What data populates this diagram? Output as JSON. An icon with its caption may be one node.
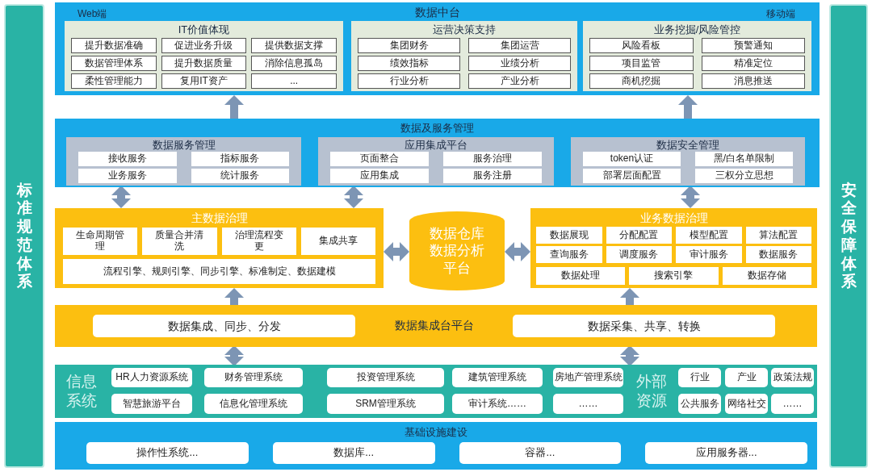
{
  "diagram": {
    "nodes": [
      {
        "text": [
          "标准规范体系"
        ]
      },
      {
        "text": [
          "Web端",
          "数据中台",
          "移动端"
        ]
      },
      {
        "text": [
          "IT价值体现"
        ],
        "in": 1
      },
      {
        "text": [
          "提升数据准确"
        ],
        "in": 2
      },
      {
        "text": [
          "促进业务升级"
        ],
        "in": 2
      },
      {
        "text": [
          "提供数据支撑"
        ],
        "in": 2
      },
      {
        "text": [
          "数据管理体系"
        ],
        "in": 2
      },
      {
        "text": [
          "提升数据质量"
        ],
        "in": 2
      },
      {
        "text": [
          "消除信息孤岛"
        ],
        "in": 2
      },
      {
        "text": [
          "柔性管理能力"
        ],
        "in": 2
      },
      {
        "text": [
          "复用IT资产"
        ],
        "in": 2
      },
      {
        "text": [
          "..."
        ],
        "in": 2
      },
      {
        "text": [
          "运营决策支持"
        ],
        "in": 1
      },
      {
        "text": [
          "集团财务"
        ],
        "in": 12
      },
      {
        "text": [
          "集团运营"
        ],
        "in": 12
      },
      {
        "text": [
          "绩效指标"
        ],
        "in": 12
      },
      {
        "text": [
          "业绩分析"
        ],
        "in": 12
      },
      {
        "text": [
          "行业分析"
        ],
        "in": 12
      },
      {
        "text": [
          "产业分析"
        ],
        "in": 12
      },
      {
        "text": [
          "业务挖掘/风险管控"
        ],
        "in": 1
      },
      {
        "text": [
          "风险看板"
        ],
        "in": 19
      },
      {
        "text": [
          "预警通知"
        ],
        "in": 19
      },
      {
        "text": [
          "项目监管"
        ],
        "in": 19
      },
      {
        "text": [
          "精准定位"
        ],
        "in": 19
      },
      {
        "text": [
          "商机挖掘"
        ],
        "in": 19
      },
      {
        "text": [
          "消息推送"
        ],
        "in": 19
      },
      {
        "text": [
          "数据及服务管理"
        ]
      },
      {
        "text": [
          "数据服务管理"
        ],
        "in": 26
      },
      {
        "text": [
          "接收服务"
        ],
        "in": 27
      },
      {
        "text": [
          "指标服务"
        ],
        "in": 27
      },
      {
        "text": [
          "业务服务"
        ],
        "in": 27
      },
      {
        "text": [
          "统计服务"
        ],
        "in": 27
      },
      {
        "text": [
          "应用集成平台"
        ],
        "in": 26
      },
      {
        "text": [
          "页面整合"
        ],
        "in": 32
      },
      {
        "text": [
          "服务治理"
        ],
        "in": 32
      },
      {
        "text": [
          "应用集成"
        ],
        "in": 32
      },
      {
        "text": [
          "服务注册"
        ],
        "in": 32
      },
      {
        "text": [
          "数据安全管理"
        ],
        "in": 26
      },
      {
        "text": [
          "token认证"
        ],
        "in": 37
      },
      {
        "text": [
          "黑/白名单限制"
        ],
        "in": 37
      },
      {
        "text": [
          "部署层面配置"
        ],
        "in": 37
      },
      {
        "text": [
          "三权分立思想"
        ],
        "in": 37
      },
      {
        "text": [
          "主数据治理"
        ]
      },
      {
        "text": [
          "生命周期管理"
        ],
        "in": 42
      },
      {
        "text": [
          "质量合并清洗"
        ],
        "in": 42
      },
      {
        "text": [
          "治理流程变更"
        ],
        "in": 42
      },
      {
        "text": [
          "集成共享"
        ],
        "in": 42
      },
      {
        "text": [
          "流程引擎、规则引擎、同步引擎、标准制定、数据建模"
        ],
        "in": 42
      },
      {
        "text": [
          "数据仓库数据分析平台"
        ]
      },
      {
        "text": [
          "业务数据治理"
        ]
      },
      {
        "text": [
          "数据展现"
        ],
        "in": 49
      },
      {
        "text": [
          "分配配置"
        ],
        "in": 49
      },
      {
        "text": [
          "模型配置"
        ],
        "in": 49
      },
      {
        "text": [
          "算法配置"
        ],
        "in": 49
      },
      {
        "text": [
          "查询服务"
        ],
        "in": 49
      },
      {
        "text": [
          "调度服务"
        ],
        "in": 49
      },
      {
        "text": [
          "审计服务"
        ],
        "in": 49
      },
      {
        "text": [
          "数据服务"
        ],
        "in": 49
      },
      {
        "text": [
          "数据处理"
        ],
        "in": 49
      },
      {
        "text": [
          "搜索引擎"
        ],
        "in": 49
      },
      {
        "text": [
          "数据存储"
        ],
        "in": 49
      },
      {
        "text": [
          "数据集成台平台"
        ]
      },
      {
        "text": [
          "数据集成、同步、分发"
        ],
        "in": 61
      },
      {
        "text": [
          "数据采集、共享、转换"
        ],
        "in": 61
      },
      {
        "text": [
          "信息系统"
        ]
      },
      {
        "text": [
          "HR人力资源系统"
        ],
        "in": 64
      },
      {
        "text": [
          "财务管理系统"
        ],
        "in": 64
      },
      {
        "text": [
          "投资管理系统"
        ],
        "in": 64
      },
      {
        "text": [
          "建筑管理系统"
        ],
        "in": 64
      },
      {
        "text": [
          "房地产管理系统"
        ],
        "in": 64
      },
      {
        "text": [
          "智慧旅游平台"
        ],
        "in": 64
      },
      {
        "text": [
          "信息化管理系统"
        ],
        "in": 64
      },
      {
        "text": [
          "SRM管理系统"
        ],
        "in": 64
      },
      {
        "text": [
          "审计系统……"
        ],
        "in": 64
      },
      {
        "text": [
          "……"
        ],
        "in": 64
      },
      {
        "text": [
          "外部资源"
        ]
      },
      {
        "text": [
          "行业"
        ],
        "in": 75
      },
      {
        "text": [
          "产业"
        ],
        "in": 75
      },
      {
        "text": [
          "政策法规"
        ],
        "in": 75
      },
      {
        "text": [
          "公共服务"
        ],
        "in": 75
      },
      {
        "text": [
          "网络社交"
        ],
        "in": 75
      },
      {
        "text": [
          "……"
        ],
        "in": 75
      },
      {
        "text": [
          "基础设施建设"
        ]
      },
      {
        "text": [
          "操作性系统..."
        ],
        "in": 82
      },
      {
        "text": [
          "数据库..."
        ],
        "in": 82
      },
      {
        "text": [
          "容器..."
        ],
        "in": 82
      },
      {
        "text": [
          "应用服务器..."
        ],
        "in": 82
      },
      {
        "text": [
          "安全保障体系"
        ]
      }
    ],
    "edges": [
      {
        "from": 26,
        "to": 1,
        "arrow": "to"
      },
      {
        "from": 26,
        "to": 1,
        "arrow": "to"
      },
      {
        "from": 27,
        "to": 42,
        "arrow": "both"
      },
      {
        "from": 32,
        "to": 42,
        "arrow": "both"
      },
      {
        "from": 37,
        "to": 49,
        "arrow": "both"
      },
      {
        "from": 42,
        "to": 48,
        "arrow": "both"
      },
      {
        "from": 48,
        "to": 49,
        "arrow": "both"
      },
      {
        "from": 61,
        "to": 42,
        "arrow": "to"
      },
      {
        "from": 61,
        "to": 49,
        "arrow": "to"
      },
      {
        "from": 61,
        "to": 64,
        "arrow": "both"
      },
      {
        "from": 61,
        "to": 75,
        "arrow": "both"
      }
    ]
  }
}
